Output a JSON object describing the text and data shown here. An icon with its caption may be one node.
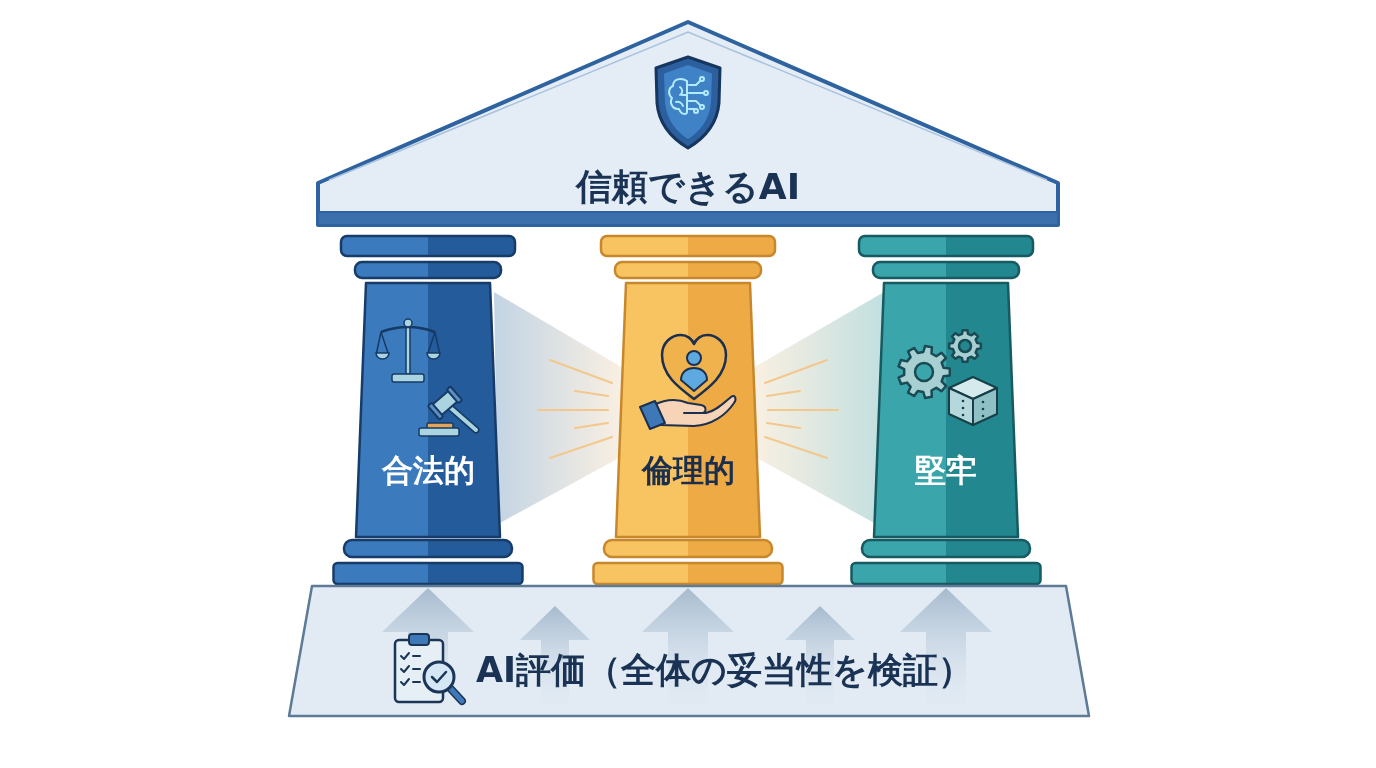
{
  "diagram": {
    "nodes": [
      {
        "text": [
          "信頼できるAI"
        ]
      },
      {
        "text": [
          "合法的"
        ]
      },
      {
        "text": [
          "倫理的"
        ]
      },
      {
        "text": [
          "堅牢"
        ]
      },
      {
        "text": [
          "AI評価（全体の妥当性を検証）"
        ]
      }
    ]
  }
}
